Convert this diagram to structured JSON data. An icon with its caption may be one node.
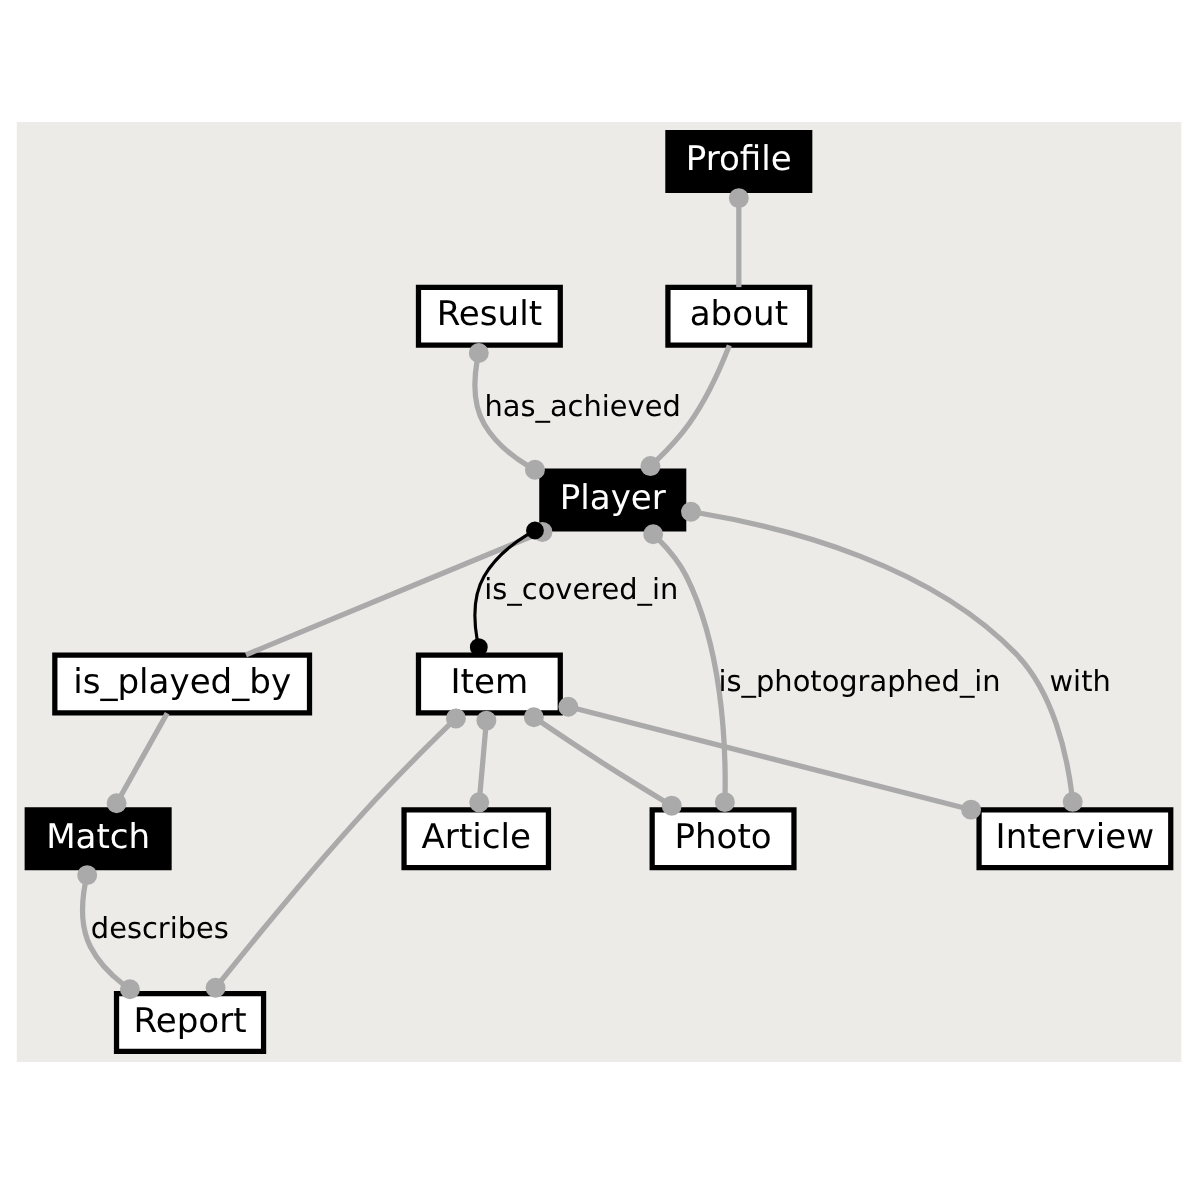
{
  "diagram": {
    "nodes": [
      {
        "text": [
          "Profile"
        ]
      },
      {
        "text": [
          "Result"
        ]
      },
      {
        "text": [
          "about"
        ]
      },
      {
        "text": [
          "Player"
        ]
      },
      {
        "text": [
          "is_played_by"
        ]
      },
      {
        "text": [
          "Match"
        ]
      },
      {
        "text": [
          "Item"
        ]
      },
      {
        "text": [
          "Report"
        ]
      },
      {
        "text": [
          "Article"
        ]
      },
      {
        "text": [
          "Interview"
        ]
      },
      {
        "text": [
          "Photo"
        ]
      }
    ],
    "edges": [
      {
        "from": 1,
        "to": 3,
        "arrow": "other",
        "label": "has_achieved"
      },
      {
        "from": 0,
        "to": 2,
        "arrow": "other"
      },
      {
        "from": 2,
        "to": 3,
        "arrow": "other"
      },
      {
        "from": 3,
        "to": 4,
        "arrow": "other"
      },
      {
        "from": 4,
        "to": 5,
        "arrow": "other"
      },
      {
        "from": 3,
        "to": 6,
        "arrow": "other",
        "label": "is_covered_in",
        "color": "#000000"
      },
      {
        "from": 3,
        "to": 9,
        "arrow": "other",
        "label": "with"
      },
      {
        "from": 3,
        "to": 10,
        "arrow": "other",
        "label": "is_photographed_in"
      },
      {
        "from": 5,
        "to": 7,
        "arrow": "other",
        "label": "describes"
      },
      {
        "from": 6,
        "to": 7,
        "arrow": "other"
      },
      {
        "from": 6,
        "to": 8,
        "arrow": "other"
      },
      {
        "from": 6,
        "to": 9,
        "arrow": "other"
      },
      {
        "from": 6,
        "to": 10,
        "arrow": "other"
      }
    ]
  }
}
